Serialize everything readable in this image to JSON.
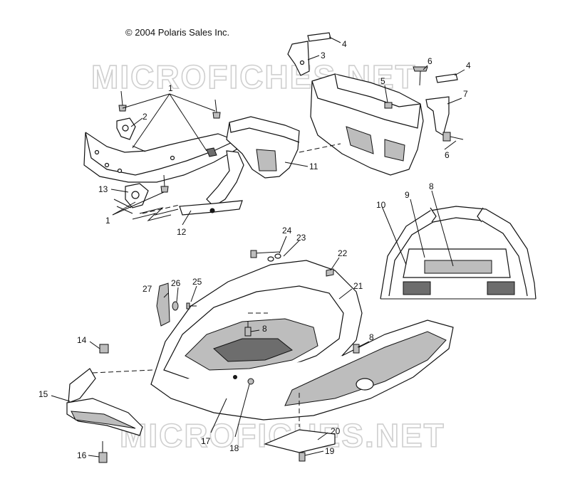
{
  "copyright": "© 2004 Polaris Sales Inc.",
  "watermark": "MICROFICHES.NET",
  "callouts": [
    {
      "id": "c1a",
      "label": "1"
    },
    {
      "id": "c1b",
      "label": "1"
    },
    {
      "id": "c2",
      "label": "2"
    },
    {
      "id": "c3",
      "label": "3"
    },
    {
      "id": "c4a",
      "label": "4"
    },
    {
      "id": "c4b",
      "label": "4"
    },
    {
      "id": "c5",
      "label": "5"
    },
    {
      "id": "c6a",
      "label": "6"
    },
    {
      "id": "c6b",
      "label": "6"
    },
    {
      "id": "c7",
      "label": "7"
    },
    {
      "id": "c8a",
      "label": "8"
    },
    {
      "id": "c8b",
      "label": "8"
    },
    {
      "id": "c8c",
      "label": "8"
    },
    {
      "id": "c9",
      "label": "9"
    },
    {
      "id": "c10",
      "label": "10"
    },
    {
      "id": "c11",
      "label": "11"
    },
    {
      "id": "c12",
      "label": "12"
    },
    {
      "id": "c13",
      "label": "13"
    },
    {
      "id": "c14",
      "label": "14"
    },
    {
      "id": "c15",
      "label": "15"
    },
    {
      "id": "c16",
      "label": "16"
    },
    {
      "id": "c17",
      "label": "17"
    },
    {
      "id": "c18",
      "label": "18"
    },
    {
      "id": "c19",
      "label": "19"
    },
    {
      "id": "c20",
      "label": "20"
    },
    {
      "id": "c21",
      "label": "21"
    },
    {
      "id": "c22",
      "label": "22"
    },
    {
      "id": "c23",
      "label": "23"
    },
    {
      "id": "c24",
      "label": "24"
    },
    {
      "id": "c25",
      "label": "25"
    },
    {
      "id": "c26",
      "label": "26"
    },
    {
      "id": "c27",
      "label": "27"
    }
  ]
}
